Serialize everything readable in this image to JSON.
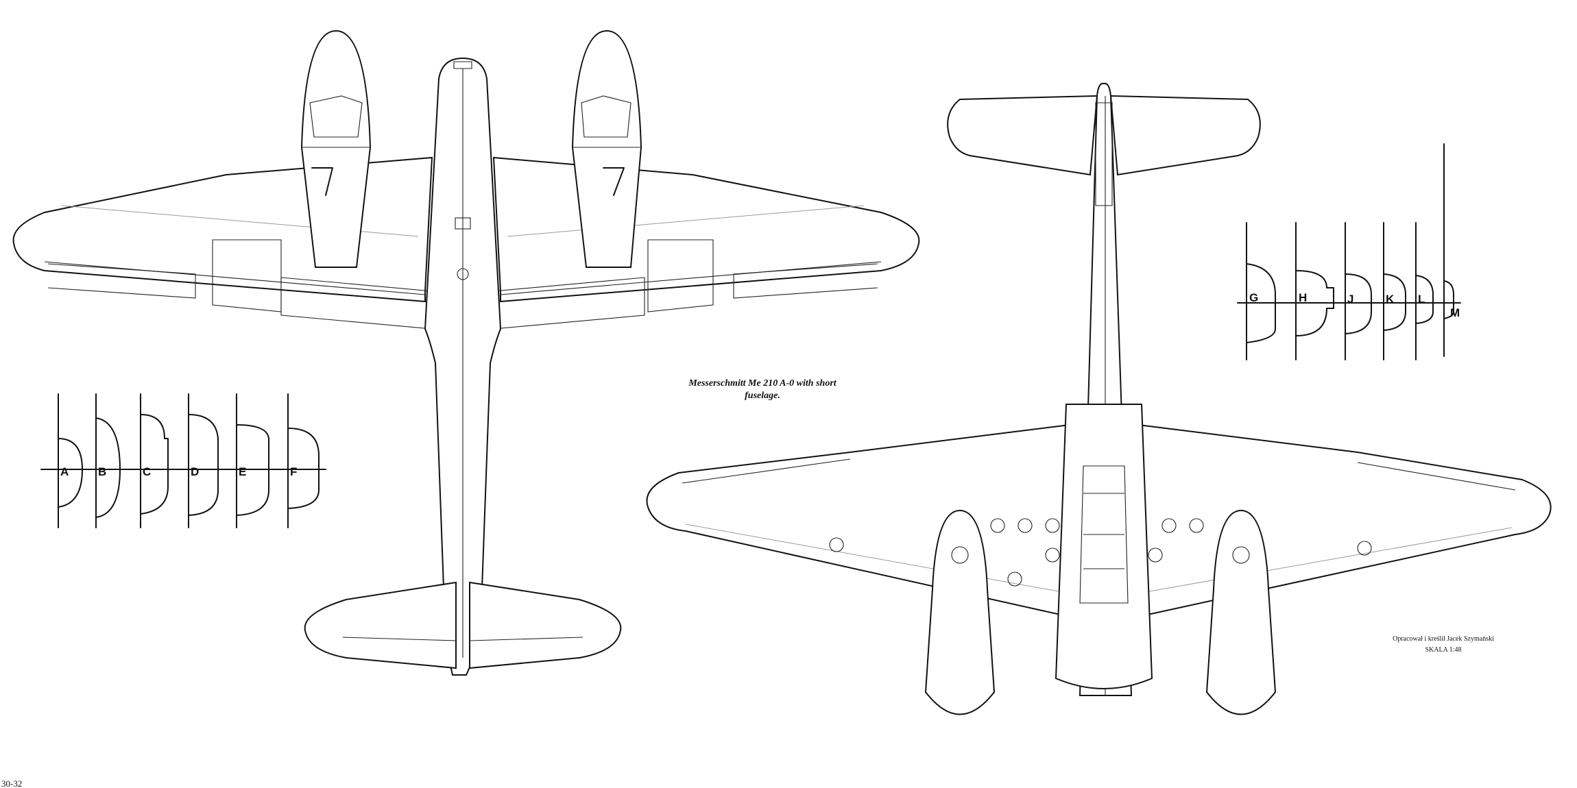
{
  "caption": {
    "line1": "Messerschmitt Me 210 A-0 with short",
    "line2": "fuselage."
  },
  "credit": {
    "author": "Opracował i kreślił Jacek Szymański",
    "scale": "SKALA 1:48"
  },
  "corner_mark": "30-32",
  "sections_left": [
    "A",
    "B",
    "C",
    "D",
    "E",
    "F"
  ],
  "sections_right": [
    "G",
    "H",
    "J",
    "K",
    "L",
    "M"
  ],
  "colors": {
    "ink": "#111111",
    "paper": "#ffffff"
  }
}
